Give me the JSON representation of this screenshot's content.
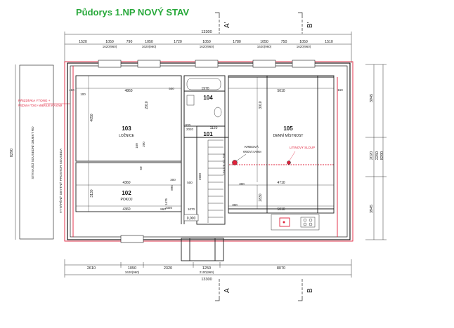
{
  "title": "Půdorys 1.NP NOVÝ STAV",
  "section_markers": {
    "a_top": "A'",
    "b_top": "B'",
    "a_bottom": "A",
    "b_bottom": "B"
  },
  "overall_width": "13300",
  "top_dims": [
    "1520",
    "1050",
    "790",
    "1050",
    "1720",
    "1050",
    "1780",
    "1050",
    "750",
    "1050",
    "1510"
  ],
  "window_labels_top": [
    "1620(960)",
    "1620(960)",
    "1620(960)",
    "1620(960)",
    "1620(960)"
  ],
  "bottom_dims": [
    "2610",
    "1050",
    "2320",
    "1250",
    "8070"
  ],
  "bottom_window_label": "1620(960)",
  "bottom_door_label": "2100(960)",
  "left_overall": "8290",
  "right_dims": [
    "3945",
    "2020",
    "2250",
    "8290",
    "3945"
  ],
  "rooms": [
    {
      "number": "103",
      "name": "LOŽNICE"
    },
    {
      "number": "102",
      "name": "POKOJ"
    },
    {
      "number": "104",
      "name": ""
    },
    {
      "number": "101",
      "name": ""
    },
    {
      "number": "105",
      "name": "DENNÍ MÍSTNOST"
    }
  ],
  "room_dims": {
    "r103_width": "4860",
    "r103_height": "4050",
    "r103_inner": "2910",
    "r102_width": "4360",
    "r102_height": "3130",
    "r102_bottom": "4360",
    "r105_width": "5010",
    "r105_mid": "4710",
    "r105_bottom": "5010",
    "r105_height": "3010",
    "r105_lower": "2830",
    "r104_width": "1970",
    "r101_width": "1120",
    "stair": "15x170,5/x 256"
  },
  "misc_dims": [
    "460",
    "100",
    "500",
    "160",
    "1070",
    "500",
    "300",
    "2020",
    "895",
    "300",
    "1475",
    "2660",
    "860",
    "1070",
    "200",
    "50",
    "160",
    "300",
    "2320"
  ],
  "level_mark": "0,000",
  "annotations": {
    "insulation": "PŘIZDÍVKA YTONG + MINERÁLNÍ VATA 50 MM",
    "neighbour_building": "STÁVAJÍCÍ SOUSEDNÍ OBJEKT RD",
    "neighbour_space": "VYTÁPĚNÝ OBYTNÝ PROSTOR SOUSEDA",
    "fireplace": "KRBOVÁ KAMNA",
    "column": "LITINOVÝ SLOUP"
  },
  "colors": {
    "title": "#27a83a",
    "wall": "#1a1a1a",
    "new_work": "#e0203a",
    "dim": "#333333"
  }
}
